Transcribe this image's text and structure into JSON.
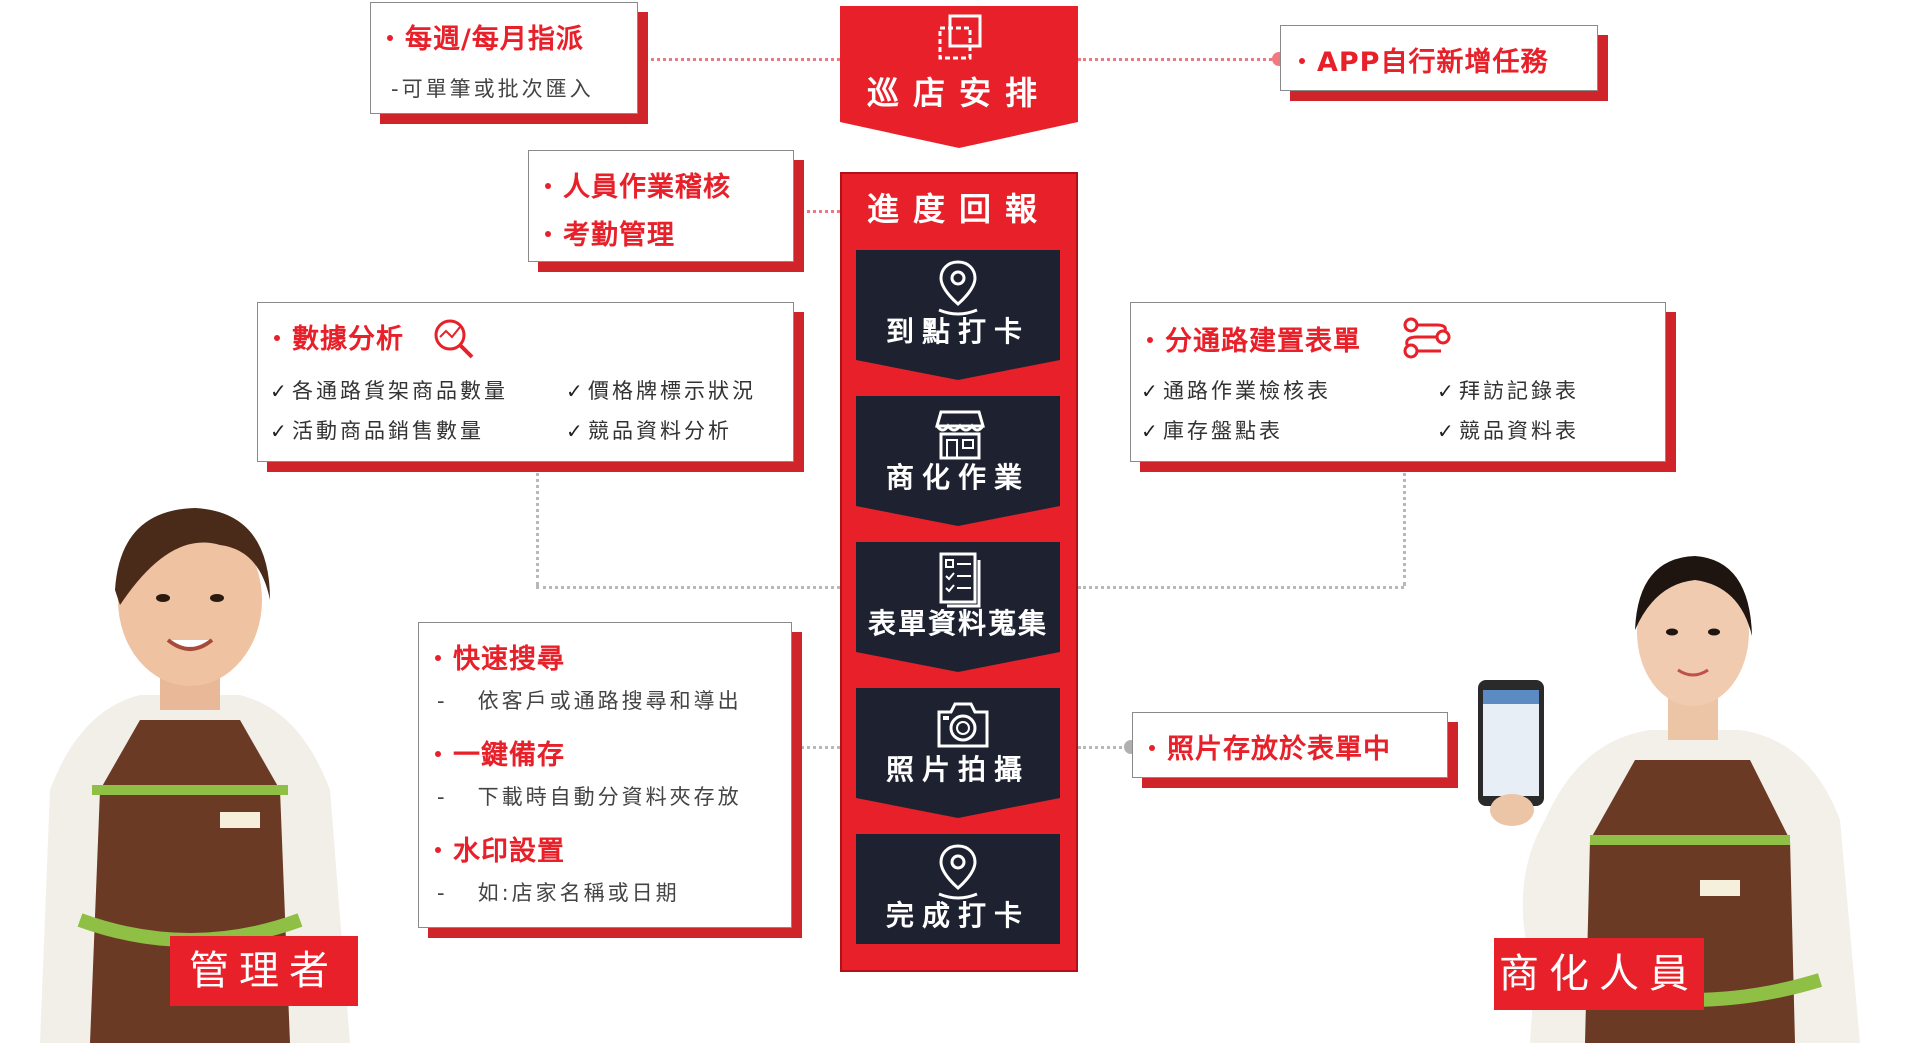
{
  "center": {
    "top_title": "巡店安排",
    "report_title": "進度回報",
    "steps": [
      {
        "label": "到點打卡",
        "icon": "map-pin-icon"
      },
      {
        "label": "商化作業",
        "icon": "storefront-icon"
      },
      {
        "label": "表單資料蒐集",
        "icon": "checklist-document-icon"
      },
      {
        "label": "照片拍攝",
        "icon": "camera-icon"
      },
      {
        "label": "完成打卡",
        "icon": "map-pin-icon"
      }
    ]
  },
  "assign_box": {
    "title": "每週/每月指派",
    "sub": "-可單筆或批次匯入"
  },
  "app_box": {
    "title": "APP自行新增任務"
  },
  "audit_box": {
    "items": [
      "人員作業稽核",
      "考勤管理"
    ]
  },
  "analysis_box": {
    "title": "數據分析",
    "icon": "analytics-magnifier-icon",
    "items": [
      "各通路貨架商品數量",
      "價格牌標示狀況",
      "活動商品銷售數量",
      "競品資料分析"
    ]
  },
  "forms_box": {
    "title": "分通路建置表單",
    "icon": "route-flow-icon",
    "items": [
      "通路作業檢核表",
      "拜訪記錄表",
      "庫存盤點表",
      "競品資料表"
    ]
  },
  "search_box": {
    "sections": [
      {
        "title": "快速搜尋",
        "sub": "依客戶或通路搜尋和導出"
      },
      {
        "title": "一鍵備存",
        "sub": "下載時自動分資料夾存放"
      },
      {
        "title": "水印設置",
        "sub": "如:店家名稱或日期"
      }
    ]
  },
  "photo_box": {
    "title": "照片存放於表單中"
  },
  "roles": {
    "manager": "管理者",
    "merchandiser": "商化人員"
  },
  "colors": {
    "accent": "#e8202a",
    "dark": "#1e2230",
    "shadow": "#d0242b"
  }
}
